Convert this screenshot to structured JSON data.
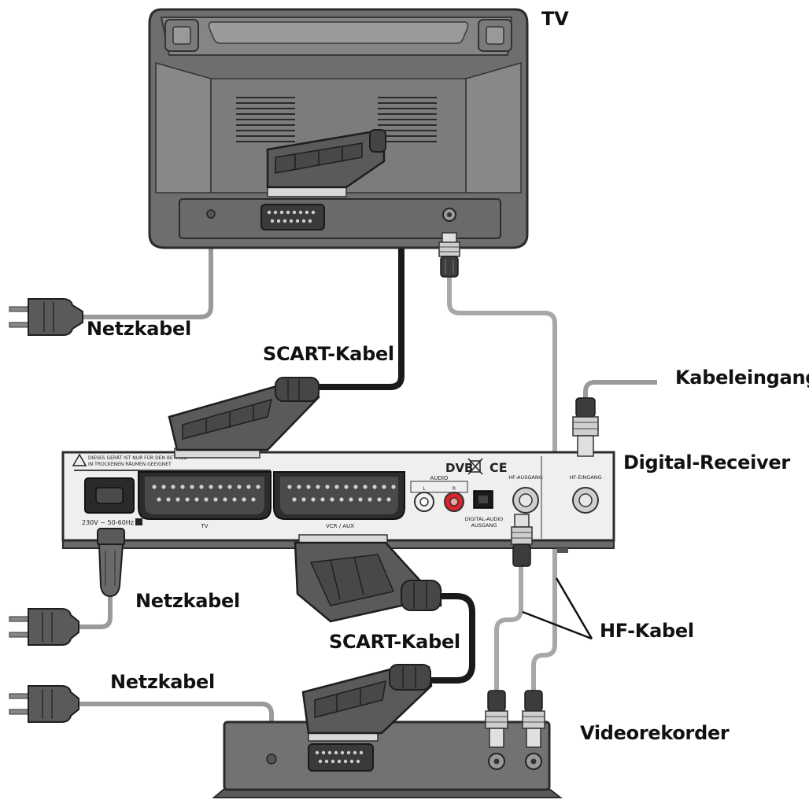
{
  "labels": {
    "tv": "TV",
    "netzkabel_tv": "Netzkabel",
    "scart_tv": "SCART-Kabel",
    "kabeleingang": "Kabeleingang",
    "digital_receiver": "Digital-Receiver",
    "netzkabel_receiver": "Netzkabel",
    "hf_kabel": "HF-Kabel",
    "scart_vcr": "SCART-Kabel",
    "netzkabel_vcr": "Netzkabel",
    "videorekorder": "Videorekorder"
  },
  "receiver_panel": {
    "warning_line1": "DIESES GERÄT IST NUR FÜR DEN BETRIEB",
    "warning_line2": "IN TROCKENEN RÄUMEN GEEIGNET",
    "power_rating": "230V ~ 50-60Hz",
    "scart_tv_port": "TV",
    "scart_vcr_port": "VCR / AUX",
    "audio_title": "AUDIO",
    "audio_l": "L",
    "audio_r": "R",
    "digital_audio_line1": "DIGITAL-AUDIO",
    "digital_audio_line2": "AUSGANG",
    "hf_out": "HF-AUSGANG",
    "hf_in": "HF-EINGANG",
    "dvb_logo": "DVB",
    "ce_mark": "CE"
  }
}
